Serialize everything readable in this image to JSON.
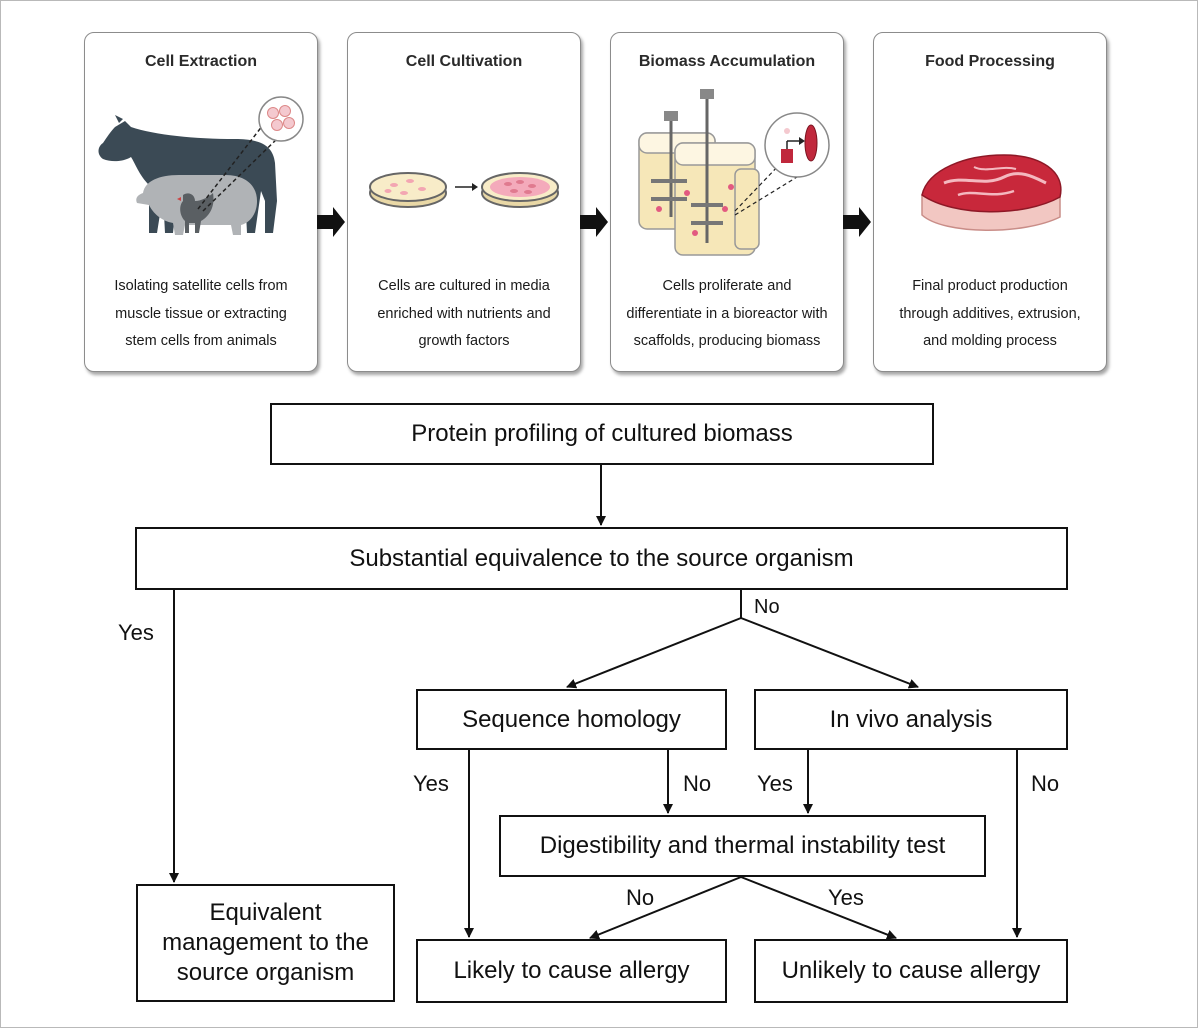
{
  "stages": [
    {
      "title": "Cell Extraction",
      "desc": [
        "Isolating satellite cells from",
        "muscle tissue or extracting",
        "stem cells from animals"
      ]
    },
    {
      "title": "Cell Cultivation",
      "desc": [
        "Cells are cultured in media",
        "enriched with nutrients and",
        "growth factors"
      ]
    },
    {
      "title": "Biomass Accumulation",
      "desc": [
        "Cells proliferate and",
        "differentiate in a bioreactor with",
        "scaffolds, producing biomass"
      ]
    },
    {
      "title": "Food Processing",
      "desc": [
        "Final product production",
        "through additives, extrusion,",
        "and molding process"
      ]
    }
  ],
  "flow": {
    "profiling": "Protein profiling of cultured biomass",
    "equivalence": "Substantial equivalence to the source organism",
    "equivalent_mgmt": [
      "Equivalent",
      "management to the",
      "source organism"
    ],
    "sequence_homology": "Sequence homology",
    "in_vivo": "In vivo analysis",
    "digestibility": "Digestibility and thermal instability test",
    "likely": "Likely to cause allergy",
    "unlikely": "Unlikely to cause allergy"
  },
  "labels": {
    "yes": "Yes",
    "no": "No"
  }
}
